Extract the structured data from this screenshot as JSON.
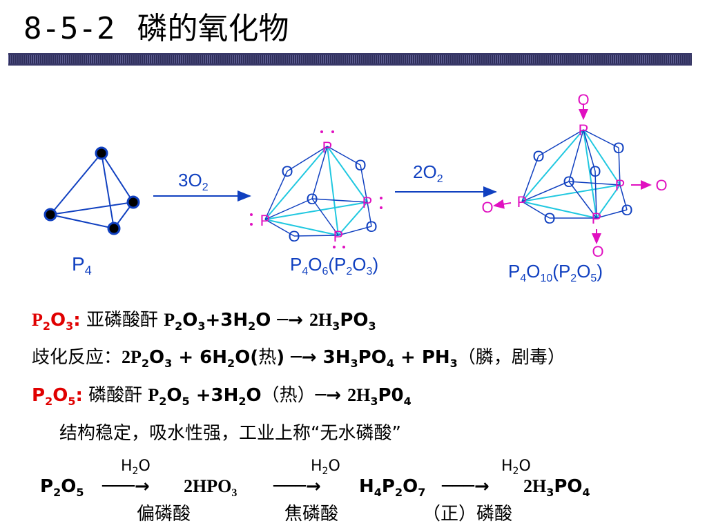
{
  "title": {
    "number": "8-5-2",
    "text": "磷的氧化物"
  },
  "diagram": {
    "p4": {
      "P": "P",
      "sub": "4"
    },
    "arrow1": {
      "coef": "3O",
      "sub": "2"
    },
    "p4o6": {
      "p1": "P",
      "s1": "4",
      "o1": "O",
      "s2": "6",
      "rest": "(P",
      "s3": "2",
      "o2": "O",
      "s4": "3",
      "close": ")"
    },
    "arrow2": {
      "coef": "2O",
      "sub": "2"
    },
    "p4o10": {
      "p1": "P",
      "s1": "4",
      "o1": "O",
      "s2": "10",
      "rest": "(P",
      "s3": "2",
      "o2": "O",
      "s4": "5",
      "close": ")"
    },
    "atom_P": "P",
    "atom_O": "O",
    "colors": {
      "blue": "#1040c0",
      "cyan": "#20c8e0",
      "magenta": "#e010c0",
      "black": "#000000"
    }
  },
  "line1": {
    "a": "P",
    "as": "2",
    "b": "O",
    "bs": "3",
    "colon": ":",
    "name": " 亚磷酸酐 ",
    "c": "P",
    "cs": "2",
    "d": "O",
    "ds": "3",
    "e": "+3H",
    "es": "2",
    "f": "O ─→ ",
    "g": "2H",
    "gs": "3",
    "h": "PO",
    "hs": "3"
  },
  "line2": {
    "label": "歧化反应：",
    "a": "2P",
    "as": "2",
    "b": "O",
    "bs": "3",
    "c": " + 6H",
    "cs": "2",
    "d": "O(",
    "heat": "热",
    "e": ") ─→ ",
    "f": "3H",
    "fs": "3",
    "g": "PO",
    "gs": "4",
    "h": " + PH",
    "hs": "3",
    "note": "（膦，剧毒）"
  },
  "line3": {
    "a": "P",
    "as": "2",
    "b": "O",
    "bs": "5",
    "colon": ":",
    "name": " 磷酸酐 ",
    "c": "P",
    "cs": "2",
    "d": "O",
    "ds": "5",
    "e": " +3H",
    "es": "2",
    "f": "O",
    "heat": "（热）",
    "arrow": "─→ ",
    "g": "2H",
    "gs": "3",
    "h": "P0",
    "hs": "4"
  },
  "line4": {
    "text": "结构稳定，吸水性强，工业上称“无水磷酸”"
  },
  "chain": {
    "water": {
      "h": "H",
      "s": "2",
      "o": "O"
    },
    "p2o5": {
      "a": "P",
      "as": "2",
      "b": "O",
      "bs": "5"
    },
    "arrow": "───→",
    "hpo3": {
      "a": "2HPO",
      "as": "3"
    },
    "h4p2o7": {
      "a": "H",
      "as": "4",
      "b": "P",
      "bs": "2",
      "c": "O",
      "cs": "7"
    },
    "h3po4": {
      "a": "2H",
      "as": "3",
      "b": "PO",
      "bs": "4"
    },
    "names": {
      "meta": "偏磷酸",
      "pyro": "焦磷酸",
      "ortho": "（正）磷酸"
    }
  }
}
